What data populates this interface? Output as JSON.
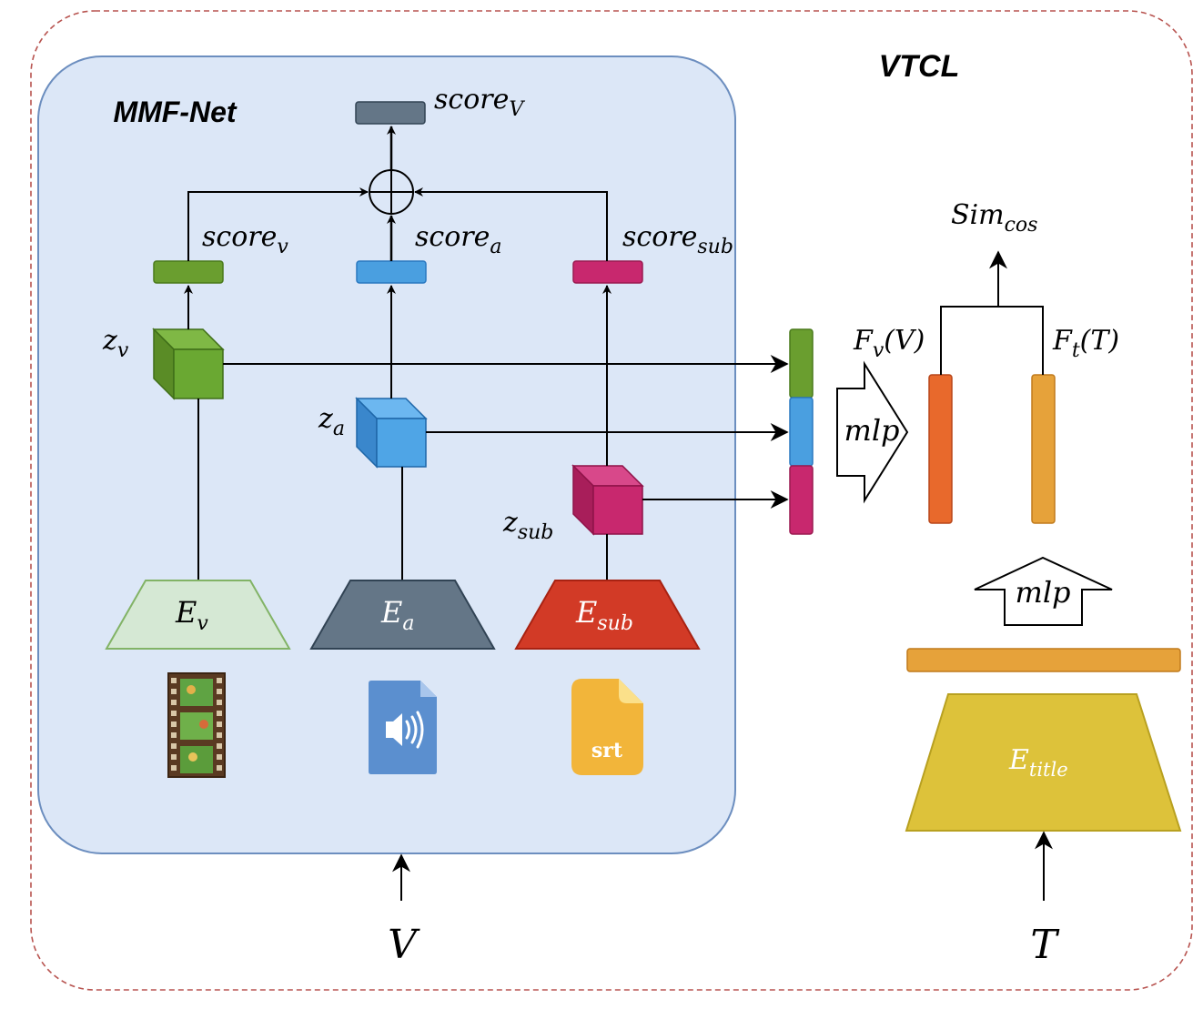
{
  "outer_title": "VTCL",
  "inner_title": "MMF-Net",
  "labels": {
    "score_V": {
      "base": "score",
      "sub": "V"
    },
    "score_v": {
      "base": "score",
      "sub": "v"
    },
    "score_a": {
      "base": "score",
      "sub": "a"
    },
    "score_sub": {
      "base": "score",
      "sub": "sub"
    },
    "z_v": {
      "base": "z",
      "sub": "v"
    },
    "z_a": {
      "base": "z",
      "sub": "a"
    },
    "z_sub": {
      "base": "z",
      "sub": "sub"
    },
    "E_v": {
      "base": "E",
      "sub": "v"
    },
    "E_a": {
      "base": "E",
      "sub": "a"
    },
    "E_sub": {
      "base": "E",
      "sub": "sub"
    },
    "E_title": {
      "base": "E",
      "sub": "title"
    },
    "sim": {
      "base": "Sim",
      "sub": "cos"
    },
    "F_v": {
      "base": "F",
      "sub": "v",
      "arg": "(V)"
    },
    "F_t": {
      "base": "F",
      "sub": "t",
      "arg": "(T)"
    },
    "mlp_right": "mlp",
    "mlp_up": "mlp",
    "input_V": "V",
    "input_T": "T",
    "srt_text": "srt"
  },
  "icons": {
    "video": "film-strip-icon",
    "audio": "audio-file-icon",
    "subtitle": "srt-file-icon"
  },
  "colors": {
    "green": "#6a9e2f",
    "blue": "#4a9fe0",
    "magenta": "#c8286e",
    "orange": "#e8692c",
    "amber": "#e6a23a",
    "yellow": "#ddc23a",
    "slate": "#5e6e7e",
    "red": "#d23a26",
    "panel": "#dce7f7",
    "dashed": "#b85450"
  }
}
